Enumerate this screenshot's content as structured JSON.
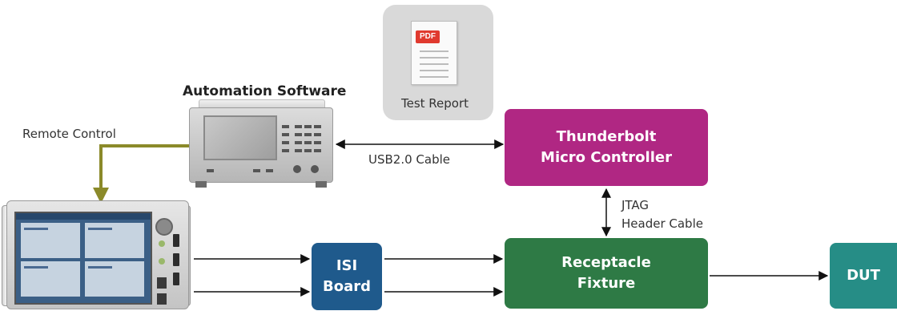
{
  "header": {
    "automation_software": "Automation Software"
  },
  "report": {
    "caption": "Test Report",
    "badge": "PDF",
    "icon": "pdf-document-icon"
  },
  "labels": {
    "remote_control": "Remote Control",
    "usb_cable": "USB2.0 Cable",
    "jtag_line1": "JTAG",
    "jtag_line2": "Header Cable"
  },
  "blocks": {
    "thunderbolt": {
      "line1": "Thunderbolt",
      "line2": "Micro Controller",
      "color": "#b02783"
    },
    "receptacle": {
      "line1": "Receptacle",
      "line2": "Fixture",
      "color": "#2e7a45"
    },
    "isi": {
      "line1": "ISI",
      "line2": "Board",
      "color": "#1f5a8c"
    },
    "dut": {
      "label": "DUT",
      "color": "#268d86"
    }
  },
  "colors": {
    "remote_link": "#8b8a2a",
    "arrow": "#111111"
  }
}
